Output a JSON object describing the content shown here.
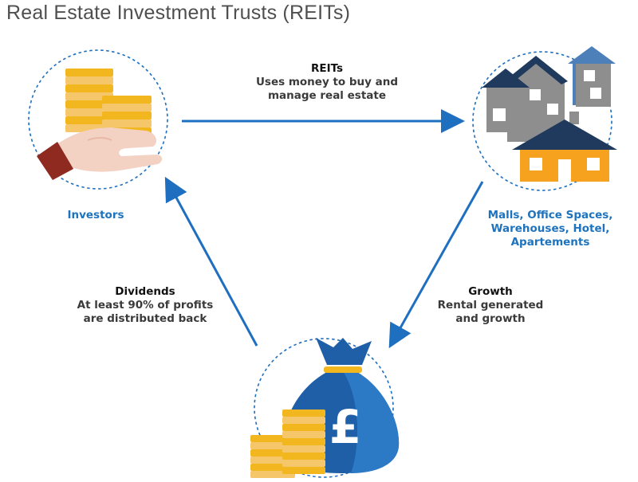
{
  "title": "Real Estate Investment Trusts (REITs)",
  "reits": {
    "heading": "REITs",
    "line1": "Uses money to buy and",
    "line2": "manage real estate"
  },
  "investors": {
    "label": "Investors"
  },
  "properties": {
    "line1": "Malls, Office Spaces,",
    "line2": "Warehouses, Hotel,",
    "line3": "Apartements"
  },
  "dividends": {
    "heading": "Dividends",
    "line1": "At least 90% of profits",
    "line2": "are distributed back"
  },
  "growth": {
    "heading": "Growth",
    "line1": "Rental generated",
    "line2": "and growth"
  },
  "moneybag": {
    "symbol": "£"
  },
  "colors": {
    "arrow": "#1e6fbf",
    "accent_blue": "#1e73be",
    "coin": "#f2b61f",
    "house_orange": "#f6a21e",
    "roof_navy": "#1f3a5c",
    "house_grey": "#8e8e8e"
  },
  "icons": [
    "hand-coins-icon",
    "houses-icon",
    "money-bag-icon"
  ]
}
